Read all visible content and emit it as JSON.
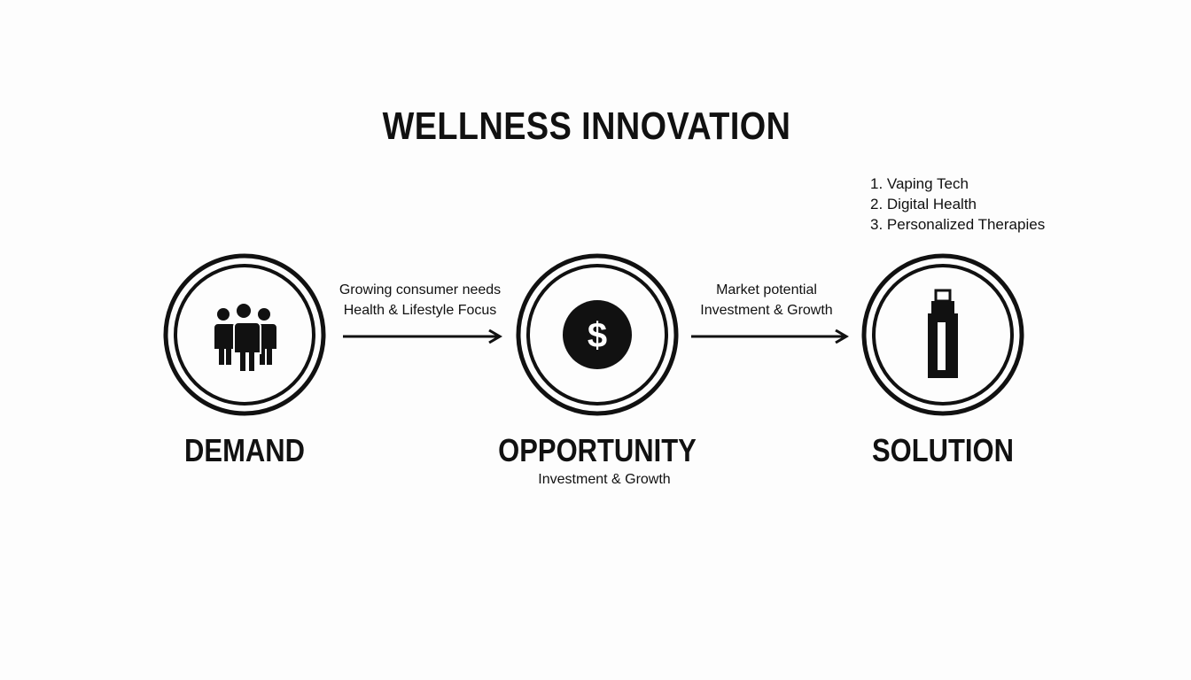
{
  "title": "WELLNESS INNOVATION",
  "solution_list": [
    "1. Vaping Tech",
    "2. Digital Health",
    "3. Personalized Therapies"
  ],
  "stages": [
    {
      "label": "DEMAND",
      "icon": "people-group-icon"
    },
    {
      "label": "OPPORTUNITY",
      "sublabel": "Investment & Growth",
      "icon": "dollar-icon"
    },
    {
      "label": "SOLUTION",
      "icon": "vape-device-icon"
    }
  ],
  "arrows": [
    {
      "line1": "Growing consumer needs",
      "line2": "Health & Lifestyle Focus"
    },
    {
      "line1": "Market potential",
      "line2": "Investment & Growth"
    }
  ],
  "colors": {
    "ink": "#111111",
    "background": "#fdfdfd"
  }
}
